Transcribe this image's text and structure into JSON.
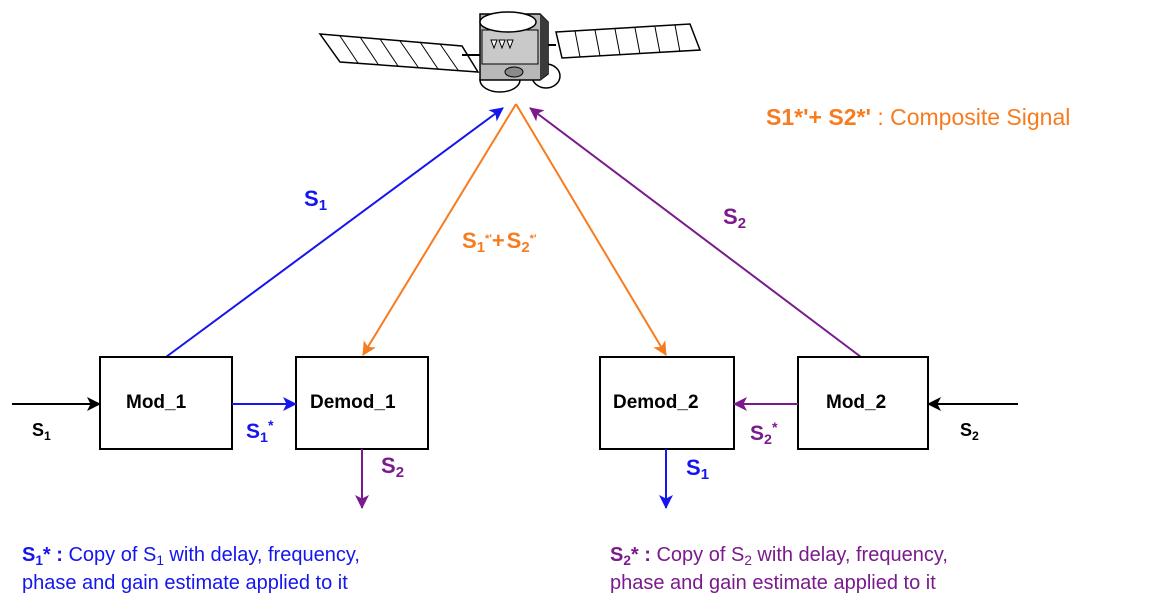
{
  "colors": {
    "blue": "#1515ee",
    "orange": "#f77b1f",
    "purple": "#7a1a8c",
    "black": "#000000"
  },
  "icons": {
    "satellite": "satellite-icon"
  },
  "legend": {
    "composite_main": "S1*'+ S2*'",
    "composite_desc": " : Composite Signal"
  },
  "blocks": {
    "mod1": "Mod_1",
    "demod1": "Demod_1",
    "demod2": "Demod_2",
    "mod2": "Mod_2"
  },
  "symbols": {
    "S": "S",
    "one": "1",
    "two": "2",
    "star": "*",
    "star_prime": "*'",
    "plus": "+"
  },
  "notes": {
    "s1_star_label": " : ",
    "s1_line1": "Copy of ",
    "s1_line1b": " with delay, frequency,",
    "s1_line2": "phase and gain estimate applied to it",
    "s2_star_label": " : ",
    "s2_line1": "Copy of ",
    "s2_line1b": " with delay, frequency,",
    "s2_line2": "phase and gain estimate applied to it"
  }
}
